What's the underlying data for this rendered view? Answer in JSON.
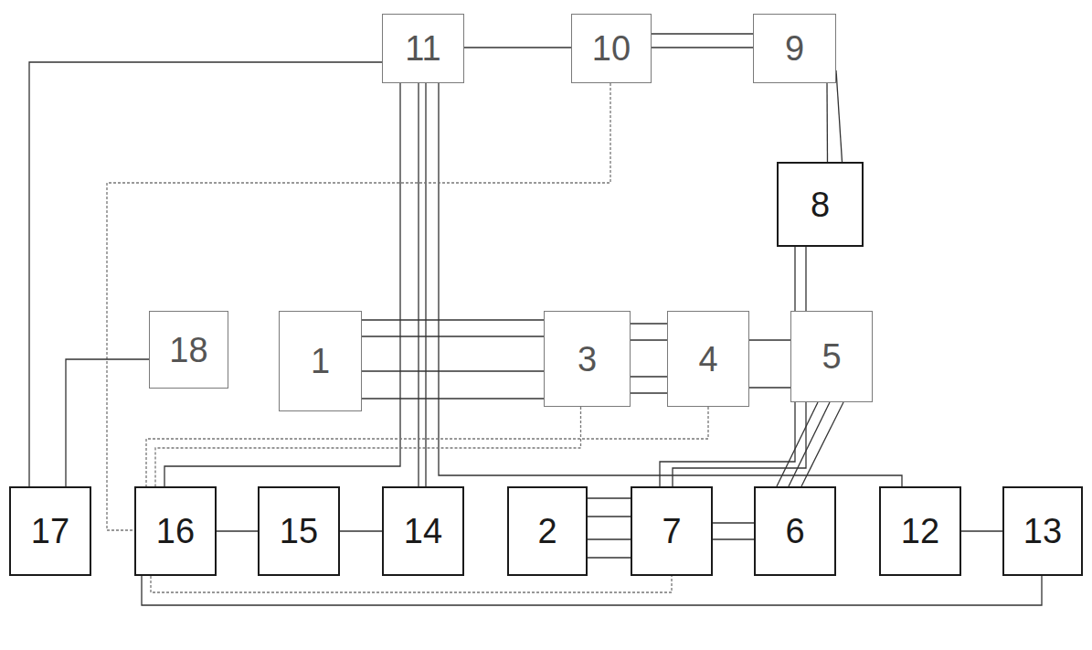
{
  "diagram": {
    "nodes": [
      {
        "text": [
          "11"
        ]
      },
      {
        "text": [
          "10"
        ]
      },
      {
        "text": [
          "9"
        ]
      },
      {
        "text": [
          "8"
        ]
      },
      {
        "text": [
          "18"
        ]
      },
      {
        "text": [
          "1"
        ]
      },
      {
        "text": [
          "3"
        ]
      },
      {
        "text": [
          "4"
        ]
      },
      {
        "text": [
          "5"
        ]
      },
      {
        "text": [
          "17"
        ]
      },
      {
        "text": [
          "16"
        ]
      },
      {
        "text": [
          "15"
        ]
      },
      {
        "text": [
          "14"
        ]
      },
      {
        "text": [
          "2"
        ]
      },
      {
        "text": [
          "7"
        ]
      },
      {
        "text": [
          "6"
        ]
      },
      {
        "text": [
          "12"
        ]
      },
      {
        "text": [
          "13"
        ]
      }
    ],
    "edges": [
      {
        "from": 0,
        "to": 1,
        "arrow": "none"
      },
      {
        "from": 1,
        "to": 2,
        "arrow": "none"
      },
      {
        "from": 2,
        "to": 3,
        "arrow": "none"
      },
      {
        "from": 0,
        "to": 9,
        "arrow": "none"
      },
      {
        "from": 0,
        "to": 12,
        "arrow": "none"
      },
      {
        "from": 0,
        "to": 10,
        "arrow": "none"
      },
      {
        "from": 0,
        "to": 16,
        "arrow": "none"
      },
      {
        "from": 1,
        "to": 10,
        "arrow": "none"
      },
      {
        "from": 4,
        "to": 9,
        "arrow": "none"
      },
      {
        "from": 5,
        "to": 6,
        "arrow": "none"
      },
      {
        "from": 6,
        "to": 7,
        "arrow": "none"
      },
      {
        "from": 7,
        "to": 8,
        "arrow": "none"
      },
      {
        "from": 6,
        "to": 10,
        "arrow": "none"
      },
      {
        "from": 7,
        "to": 10,
        "arrow": "none"
      },
      {
        "from": 8,
        "to": 15,
        "arrow": "none"
      },
      {
        "from": 3,
        "to": 14,
        "arrow": "none"
      },
      {
        "from": 13,
        "to": 14,
        "arrow": "none"
      },
      {
        "from": 14,
        "to": 15,
        "arrow": "none"
      },
      {
        "from": 10,
        "to": 11,
        "arrow": "none"
      },
      {
        "from": 11,
        "to": 12,
        "arrow": "none"
      },
      {
        "from": 16,
        "to": 17,
        "arrow": "none"
      },
      {
        "from": 10,
        "to": 14,
        "arrow": "none"
      },
      {
        "from": 10,
        "to": 17,
        "arrow": "none"
      }
    ]
  }
}
